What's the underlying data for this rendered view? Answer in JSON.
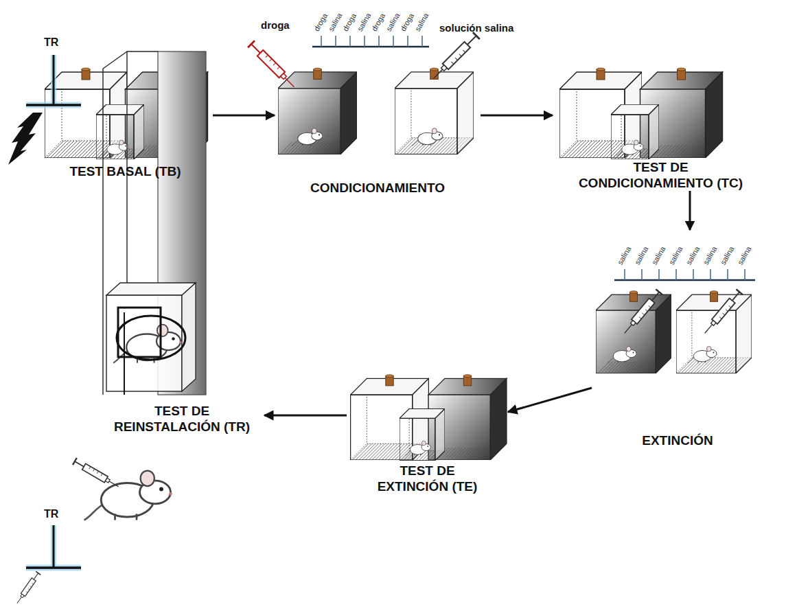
{
  "diagram": {
    "nodes": [
      {
        "text": [
          "TEST BASAL (TB)"
        ]
      },
      {
        "text": [
          "CONDICIONAMIENTO"
        ]
      },
      {
        "text": [
          "TEST DE CONDICIONAMIENTO (TC)"
        ]
      },
      {
        "text": [
          "EXTINCIÓN"
        ]
      },
      {
        "text": [
          "TEST DE EXTINCIÓN (TE)"
        ]
      },
      {
        "text": [
          "TEST DE REINSTALACIÓN (TR)"
        ]
      }
    ],
    "edges": [
      {
        "from": 0,
        "to": 1,
        "arrow": "to"
      },
      {
        "from": 1,
        "to": 2,
        "arrow": "to"
      },
      {
        "from": 2,
        "to": 3,
        "arrow": "to"
      },
      {
        "from": 3,
        "to": 4,
        "arrow": "to"
      },
      {
        "from": 4,
        "to": 5,
        "arrow": "to"
      }
    ],
    "labels": [
      "droga",
      "salina",
      "droga",
      "salina",
      "droga",
      "salina",
      "droga",
      "salina",
      "droga",
      "solución salina",
      "salina",
      "salina",
      "salina",
      "salina",
      "salina",
      "salina",
      "salina",
      "salina",
      "TR",
      "TR"
    ]
  }
}
